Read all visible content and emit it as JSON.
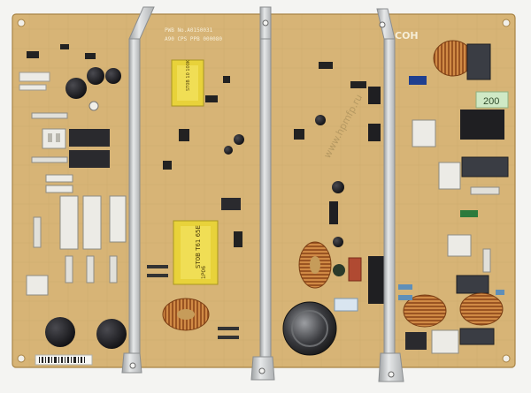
{
  "board": {
    "part_marking": "PWB No.A0150031",
    "part_marking_2": "A90 CPS PPB 000080",
    "brand_fragment": "COH",
    "board_number": "200",
    "transformer_label_top": "ST0B 10 100K",
    "transformer_label_mid": "ST0B T61 65E",
    "transformer_label_mid_2": "1P06",
    "watermark": "www.hpmfp.ru"
  },
  "colors": {
    "pcb": "#d7b476",
    "pcb_dark": "#b8914e",
    "heatsink": "#c9cbcc",
    "capacitor_black": "#1b1b1d",
    "transformer_yellow": "#e8d23a",
    "copper": "#b56a2c",
    "connector_white": "#ecebe6",
    "relay_black": "#2a2a2e",
    "green_label": "#cfe9c5"
  }
}
